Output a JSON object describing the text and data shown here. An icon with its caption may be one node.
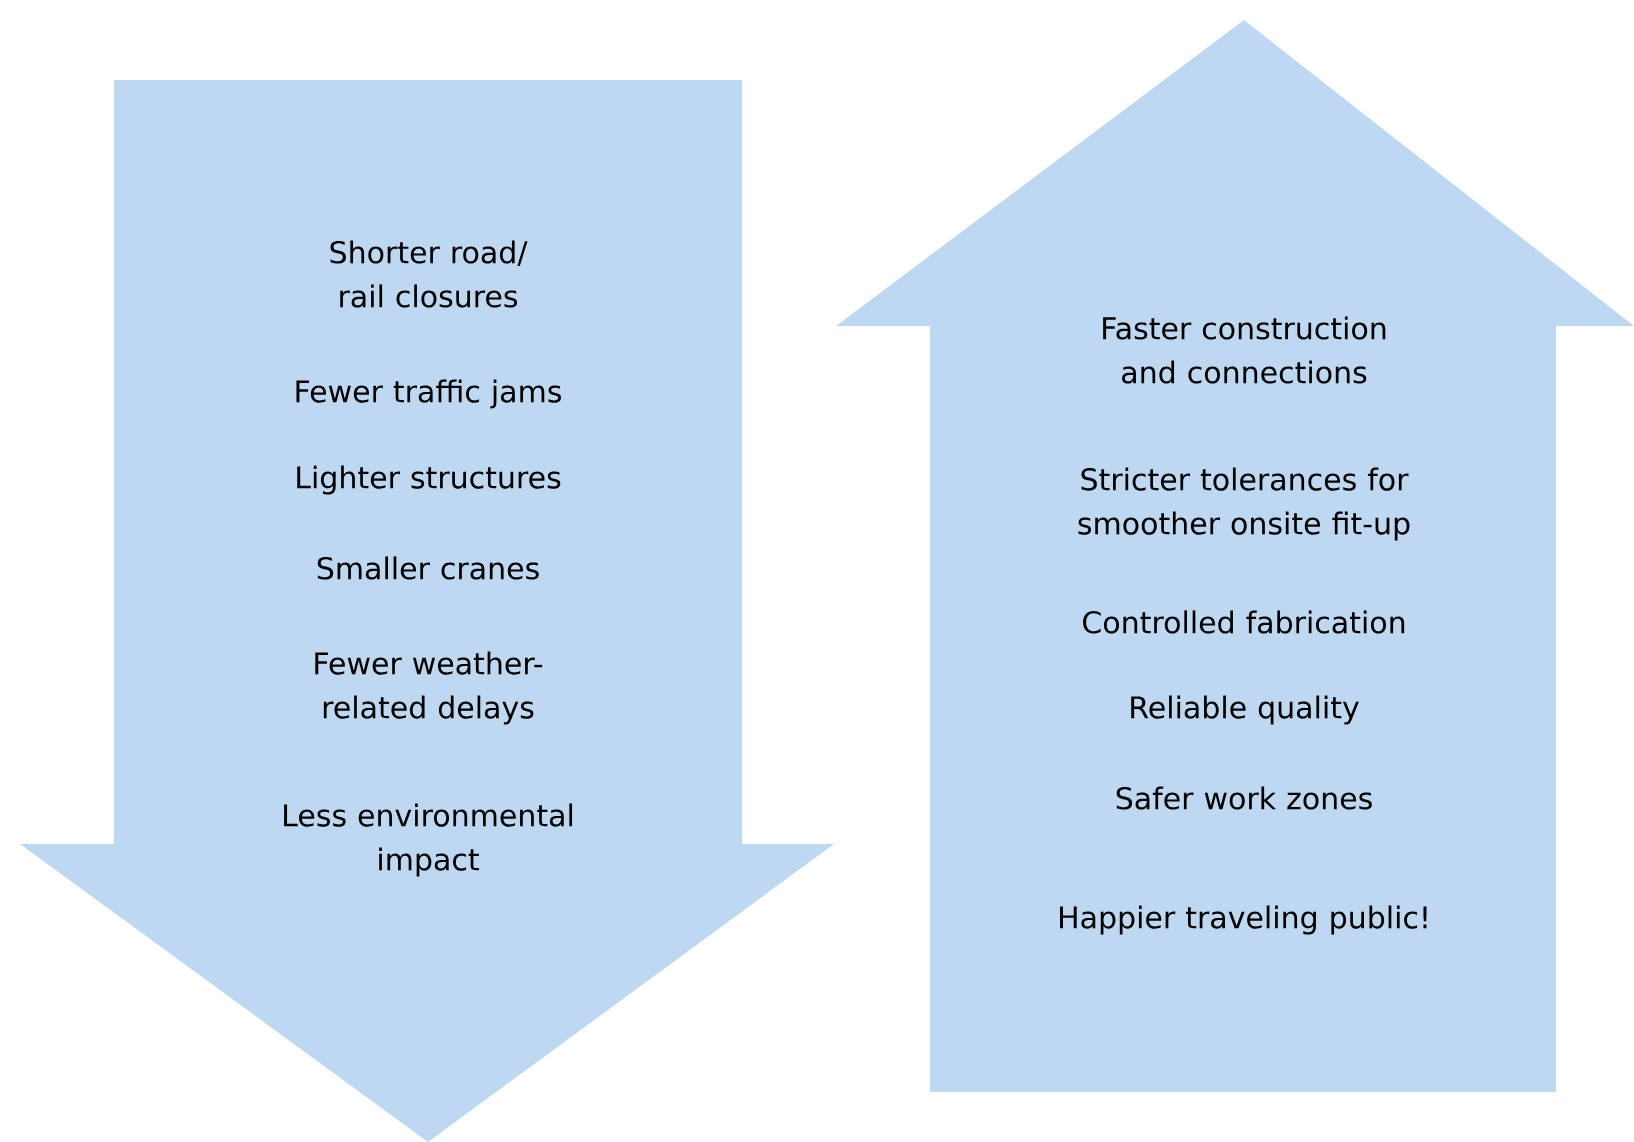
{
  "diagram": {
    "nodes": [
      {
        "text": [
          "Shorter road/ rail closures",
          "Fewer traffic jams",
          "Lighter structures",
          "Smaller cranes",
          "Fewer weather-related delays",
          "Less environmental impact"
        ]
      },
      {
        "text": [
          "Faster construction and connections",
          "Stricter tolerances for smoother onsite fit-up",
          "Controlled fabrication",
          "Reliable quality",
          "Safer work zones",
          "Happier traveling public!"
        ]
      }
    ]
  }
}
